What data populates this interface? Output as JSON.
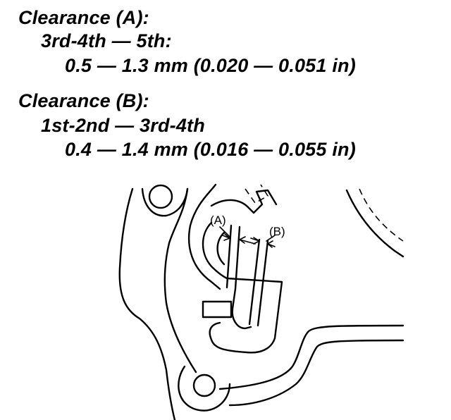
{
  "spec_a": {
    "heading": "Clearance (A):",
    "applies_to": "3rd-4th — 5th:",
    "value": "0.5 — 1.3 mm (0.020 — 0.051 in)"
  },
  "spec_b": {
    "heading": "Clearance (B):",
    "applies_to": "1st-2nd — 3rd-4th",
    "value": "0.4 — 1.4 mm (0.016 — 0.055 in)"
  },
  "callouts": {
    "a": "(A)",
    "b": "(B)"
  },
  "colors": {
    "ink": "#000000",
    "paper": "#ffffff"
  }
}
